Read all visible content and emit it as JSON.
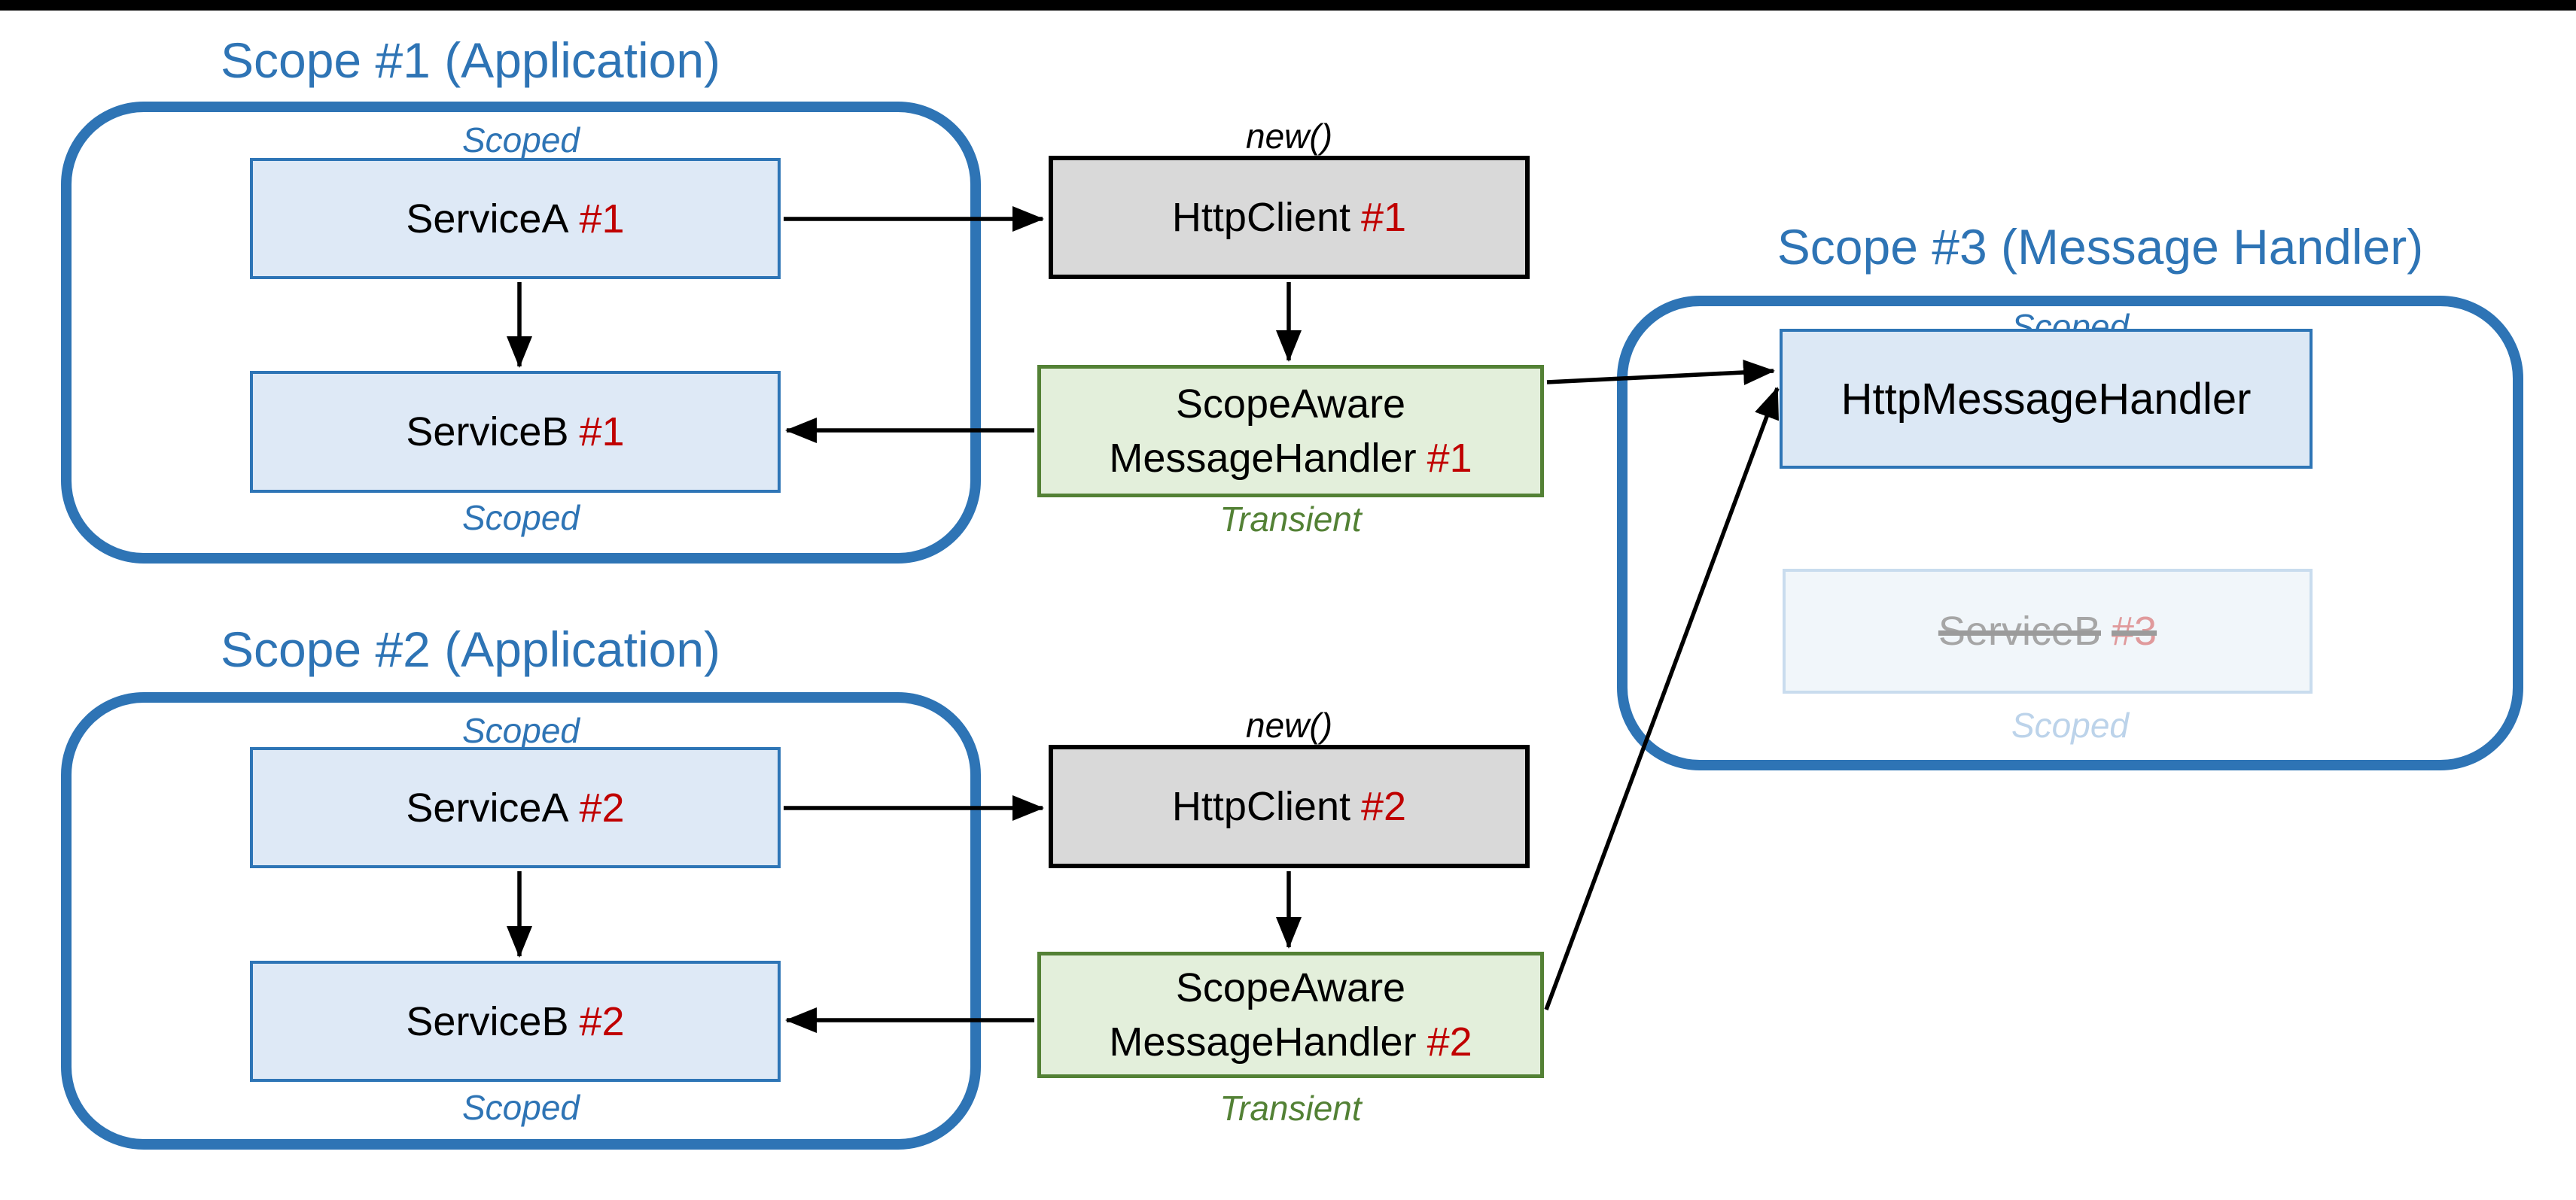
{
  "colors": {
    "accent_blue": "#2E74B5",
    "box_blue_fill": "#DEE9F6",
    "box_blue_border": "#2E75B6",
    "gray_fill": "#D9D9D9",
    "green_fill": "#E3EFDB",
    "green_border": "#538135",
    "red": "#C00000",
    "faded_gray_text": "#A6A6A6",
    "faded_red": "#E09A9C",
    "faded_blue": "#BCD3EA"
  },
  "scope1": {
    "title": "Scope #1 (Application)",
    "scoped_top": "Scoped",
    "scoped_bottom": "Scoped",
    "serviceA": {
      "name": "ServiceA",
      "id": "#1"
    },
    "serviceB": {
      "name": "ServiceB",
      "id": "#1"
    }
  },
  "scope2": {
    "title": "Scope #2 (Application)",
    "scoped_top": "Scoped",
    "scoped_bottom": "Scoped",
    "serviceA": {
      "name": "ServiceA",
      "id": "#2"
    },
    "serviceB": {
      "name": "ServiceB",
      "id": "#2"
    }
  },
  "scope3": {
    "title": "Scope #3 (Message Handler)",
    "scoped_top": "Scoped",
    "scoped_bottom": "Scoped",
    "handler": {
      "name": "HttpMessageHandler"
    },
    "serviceB_disposed": {
      "name": "ServiceB",
      "id": "#3"
    }
  },
  "client1": {
    "annotation": "new()",
    "name": "HttpClient",
    "id": "#1"
  },
  "client2": {
    "annotation": "new()",
    "name": "HttpClient",
    "id": "#2"
  },
  "handler1": {
    "line1": "ScopeAware",
    "line2": "MessageHandler",
    "id": "#1",
    "lifetime": "Transient"
  },
  "handler2": {
    "line1": "ScopeAware",
    "line2": "MessageHandler",
    "id": "#2",
    "lifetime": "Transient"
  }
}
